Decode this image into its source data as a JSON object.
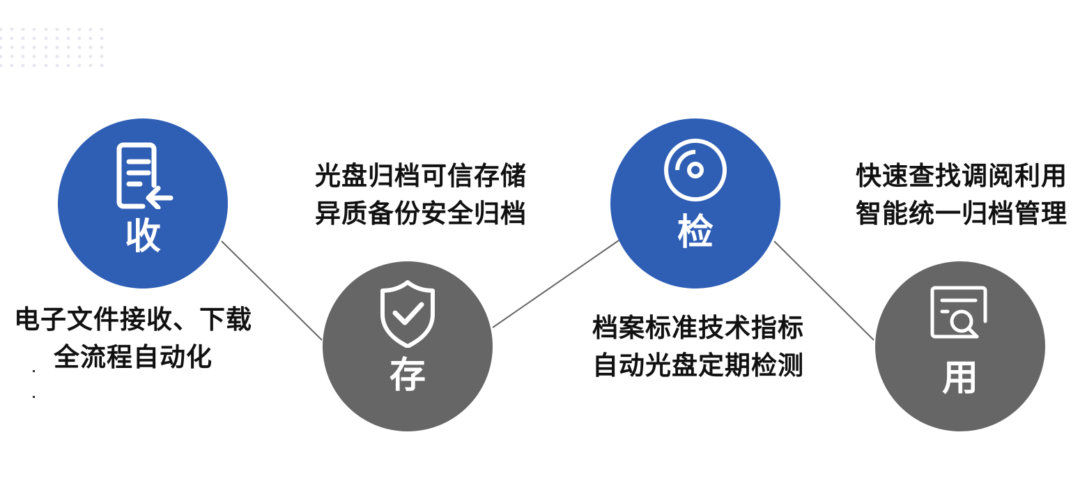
{
  "colors": {
    "blue": "#2f5eb5",
    "gray": "#666666",
    "connector": "#666666",
    "dots": "#e6e6ee",
    "text": "#111111"
  },
  "steps": [
    {
      "id": "receive",
      "label": "收",
      "icon": "document-receive-icon",
      "color": "blue",
      "description": [
        "电子文件接收、下载",
        "全流程自动化"
      ]
    },
    {
      "id": "store",
      "label": "存",
      "icon": "shield-check-icon",
      "color": "gray",
      "description": [
        "光盘归档可信存储",
        "异质备份安全归档"
      ]
    },
    {
      "id": "check",
      "label": "检",
      "icon": "optical-disc-icon",
      "color": "blue",
      "description": [
        "档案标准技术指标",
        "自动光盘定期检测"
      ]
    },
    {
      "id": "use",
      "label": "用",
      "icon": "document-search-icon",
      "color": "gray",
      "description": [
        "快速查找调阅利用",
        "智能统一归档管理"
      ]
    }
  ]
}
